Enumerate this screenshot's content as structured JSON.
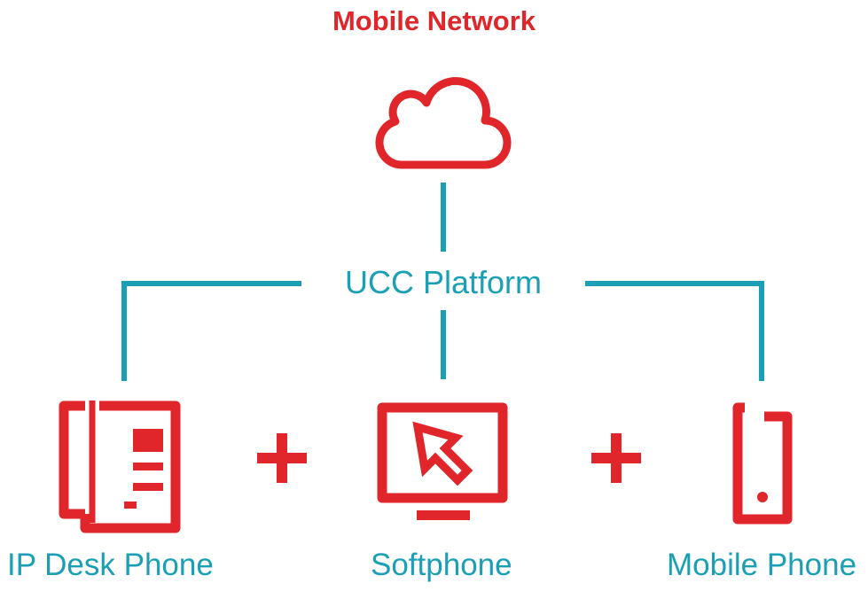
{
  "title": "Mobile Network",
  "platform": "UCC Platform",
  "devices": [
    {
      "label": "IP Desk Phone",
      "icon": "desk-phone-icon"
    },
    {
      "label": "Softphone",
      "icon": "softphone-monitor-icon"
    },
    {
      "label": "Mobile Phone",
      "icon": "mobile-phone-icon"
    }
  ],
  "colors": {
    "red": "#e0262b",
    "teal": "#1a9fb5"
  }
}
